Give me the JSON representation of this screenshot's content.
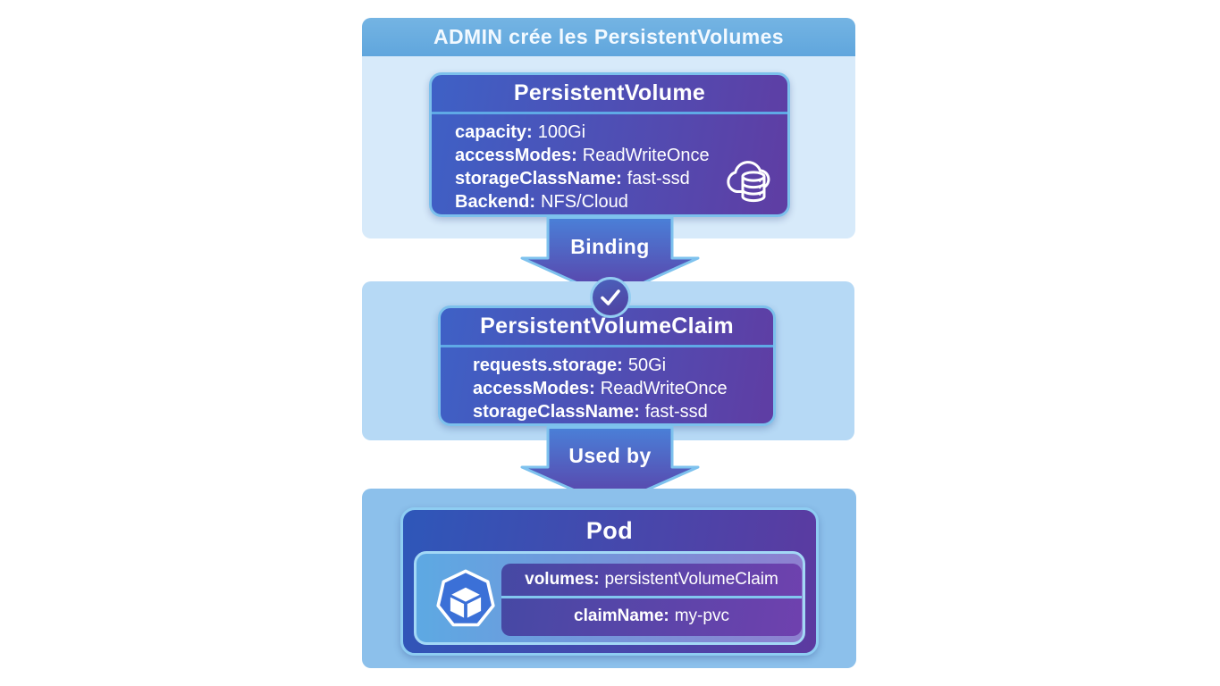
{
  "banner": {
    "title": "ADMIN crée les PersistentVolumes"
  },
  "pv": {
    "title": "PersistentVolume",
    "icon": "cloud-database-icon",
    "properties": [
      {
        "label": "capacity:",
        "value": "100Gi"
      },
      {
        "label": "accessModes:",
        "value": "ReadWriteOnce"
      },
      {
        "label": "storageClassName:",
        "value": "fast-ssd"
      },
      {
        "label": "Backend:",
        "value": "NFS/Cloud"
      }
    ]
  },
  "binding_arrow": {
    "label": "Binding",
    "icon": "checkmark-icon"
  },
  "pvc": {
    "title": "PersistentVolumeClaim",
    "properties": [
      {
        "label": "requests.storage:",
        "value": "50Gi"
      },
      {
        "label": "accessModes:",
        "value": "ReadWriteOnce"
      },
      {
        "label": "storageClassName:",
        "value": "fast-ssd"
      }
    ]
  },
  "used_by_arrow": {
    "label": "Used by"
  },
  "pod": {
    "title": "Pod",
    "icon": "kubernetes-icon",
    "properties": [
      {
        "label": "volumes:",
        "value": "persistentVolumeClaim"
      },
      {
        "label": "claimName:",
        "value": "my-pvc"
      }
    ]
  },
  "colors": {
    "banner_bg": "#64a9de",
    "panel_top_bg": "#d7eafa",
    "panel_mid_bg": "#b6d9f5",
    "panel_bottom_bg": "#8cc0eb",
    "box_gradient_start": "#3e61c6",
    "box_gradient_end": "#5f3da3",
    "box_border": "#7cc0ec",
    "arrow_gradient_start": "#4a80d8",
    "arrow_gradient_end": "#5b3da5",
    "text": "#ffffff"
  }
}
